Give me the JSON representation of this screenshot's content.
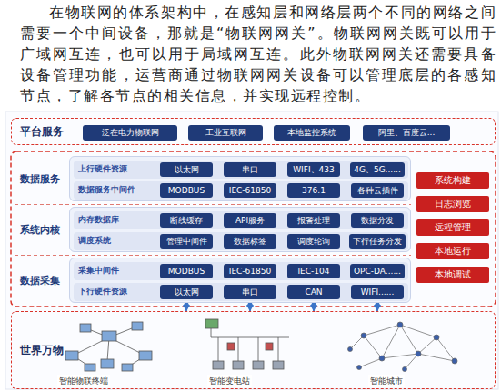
{
  "diagram": {
    "nodes": [
      {
        "text": [
          "平台服务"
        ]
      },
      {
        "text": [
          "泛在电力物联网"
        ],
        "in": 0
      },
      {
        "text": [
          "工业互联网"
        ],
        "in": 0
      },
      {
        "text": [
          "本地监控系统"
        ],
        "in": 0
      },
      {
        "text": [
          "阿里、百度云..."
        ],
        "in": 0
      },
      {
        "text": [
          "数据服务"
        ]
      },
      {
        "text": [
          "上行硬件资源"
        ],
        "in": 5
      },
      {
        "text": [
          "以太网"
        ],
        "in": 6
      },
      {
        "text": [
          "串口"
        ],
        "in": 6
      },
      {
        "text": [
          "WIFI、433"
        ],
        "in": 6
      },
      {
        "text": [
          "4G、5G......"
        ],
        "in": 6
      },
      {
        "text": [
          "数据服务中间件"
        ],
        "in": 5
      },
      {
        "text": [
          "MODBUS"
        ],
        "in": 11
      },
      {
        "text": [
          "IEC-61850"
        ],
        "in": 11
      },
      {
        "text": [
          "376.1"
        ],
        "in": 11
      },
      {
        "text": [
          "各种云插件"
        ],
        "in": 11
      },
      {
        "text": [
          "系统内核"
        ]
      },
      {
        "text": [
          "内存数据库"
        ],
        "in": 16
      },
      {
        "text": [
          "断线缓存"
        ],
        "in": 17
      },
      {
        "text": [
          "API服务"
        ],
        "in": 17
      },
      {
        "text": [
          "报警处理"
        ],
        "in": 17
      },
      {
        "text": [
          "数据分发"
        ],
        "in": 17
      },
      {
        "text": [
          "调度系统"
        ],
        "in": 16
      },
      {
        "text": [
          "管理中间件"
        ],
        "in": 22
      },
      {
        "text": [
          "数据标签"
        ],
        "in": 22
      },
      {
        "text": [
          "调度轮询"
        ],
        "in": 22
      },
      {
        "text": [
          "下行任务分发"
        ],
        "in": 22
      },
      {
        "text": [
          "数据采集"
        ]
      },
      {
        "text": [
          "采集中间件"
        ],
        "in": 27
      },
      {
        "text": [
          "MODBUS"
        ],
        "in": 28
      },
      {
        "text": [
          "IEC-61850"
        ],
        "in": 28
      },
      {
        "text": [
          "IEC-104"
        ],
        "in": 28
      },
      {
        "text": [
          "OPC-DA......"
        ],
        "in": 28
      },
      {
        "text": [
          "下行硬件资源"
        ],
        "in": 27
      },
      {
        "text": [
          "以太网"
        ],
        "in": 33
      },
      {
        "text": [
          "串口"
        ],
        "in": 33
      },
      {
        "text": [
          "CAN"
        ],
        "in": 33
      },
      {
        "text": [
          "WIFI......"
        ],
        "in": 33
      },
      {
        "text": [
          "系统构建"
        ]
      },
      {
        "text": [
          "日志浏览"
        ]
      },
      {
        "text": [
          "远程管理"
        ]
      },
      {
        "text": [
          "本地运行"
        ]
      },
      {
        "text": [
          "本地调试"
        ]
      },
      {
        "text": [
          "世界万物"
        ]
      }
    ],
    "edges": [
      {
        "from": 43,
        "to": 34,
        "arrow": "both"
      },
      {
        "from": 43,
        "to": 35,
        "arrow": "both"
      },
      {
        "from": 43,
        "to": 36,
        "arrow": "both"
      },
      {
        "from": 43,
        "to": 37,
        "arrow": "both"
      }
    ],
    "labels": [
      "在物联网的体系架构中，在感知层和网络层两个不同的网络之间需要一个中间设备，那就是“物联网网关”。物联网网关既可以用于广域网互连，也可以用于局域网互连。此外物联网网关还需要具备设备管理功能，运营商通过物联网网关设备可以管理底层的各感知节点，了解各节点的相关信息，并实现远程控制。",
      "智能物联终端",
      "智能变电站",
      "智能城市"
    ]
  }
}
